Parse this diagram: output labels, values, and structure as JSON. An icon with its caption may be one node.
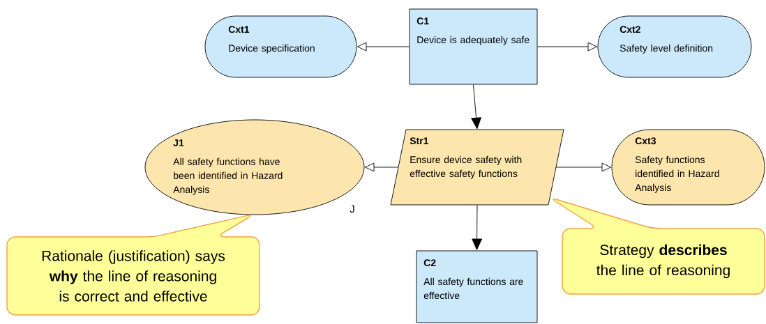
{
  "diagram": {
    "nodes": [
      {
        "text": [
          "C1",
          "Device is adequately safe"
        ]
      },
      {
        "text": [
          "Cxt1",
          "Device specification"
        ]
      },
      {
        "text": [
          "Cxt2",
          "Safety level definition"
        ]
      },
      {
        "text": [
          "Str1",
          "Ensure device safety with effective safety functions"
        ]
      },
      {
        "text": [
          "J1",
          "All safety functions have been identified in Hazard Analysis"
        ]
      },
      {
        "text": [
          "Cxt3",
          "Safety functions identified in Hazard Analysis"
        ]
      },
      {
        "text": [
          "C2",
          "All safety functions are effective"
        ]
      },
      {
        "text": [
          "Rationale (justification) says **why** the line of reasoning is correct and effective"
        ]
      },
      {
        "text": [
          "Strategy **describes** the line of reasoning"
        ]
      }
    ],
    "edges": [
      {
        "from": 0,
        "to": 1,
        "arrow": "to"
      },
      {
        "from": 0,
        "to": 2,
        "arrow": "to"
      },
      {
        "from": 0,
        "to": 3,
        "arrow": "to"
      },
      {
        "from": 3,
        "to": 4,
        "arrow": "to"
      },
      {
        "from": 3,
        "to": 5,
        "arrow": "to"
      },
      {
        "from": 3,
        "to": 6,
        "arrow": "to"
      }
    ],
    "labels": [
      "J"
    ]
  }
}
